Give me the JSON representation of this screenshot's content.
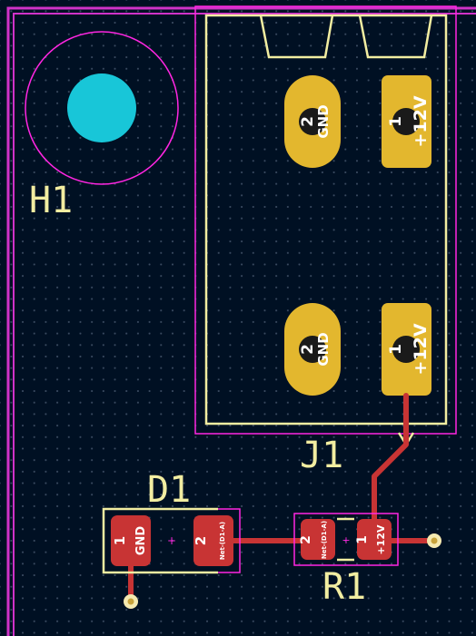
{
  "colors": {
    "background": "#001023",
    "board_edge": "#d032c8",
    "courtyard": "#ff26e2",
    "silkscreen": "#f2eda1",
    "through_hole_pad": "#e3b72e",
    "smd_pad": "#c83434",
    "track": "#c83434",
    "via_pad": "#f5e9b0",
    "mounting_hole": "#18c6d8"
  },
  "footprints": {
    "H1": {
      "reference": "H1"
    },
    "J1": {
      "reference": "J1",
      "pads": [
        {
          "number": "2",
          "net": "GND"
        },
        {
          "number": "1",
          "net": "+12V"
        },
        {
          "number": "2",
          "net": "GND"
        },
        {
          "number": "1",
          "net": "+12V"
        }
      ]
    },
    "D1": {
      "reference": "D1",
      "pads": [
        {
          "number": "1",
          "net": "GND"
        },
        {
          "number": "2",
          "net": "Net-(D1-A)"
        }
      ]
    },
    "R1": {
      "reference": "R1",
      "pads": [
        {
          "number": "2",
          "net": "Net-(D1-A)"
        },
        {
          "number": "1",
          "net": "+12V"
        }
      ]
    }
  }
}
